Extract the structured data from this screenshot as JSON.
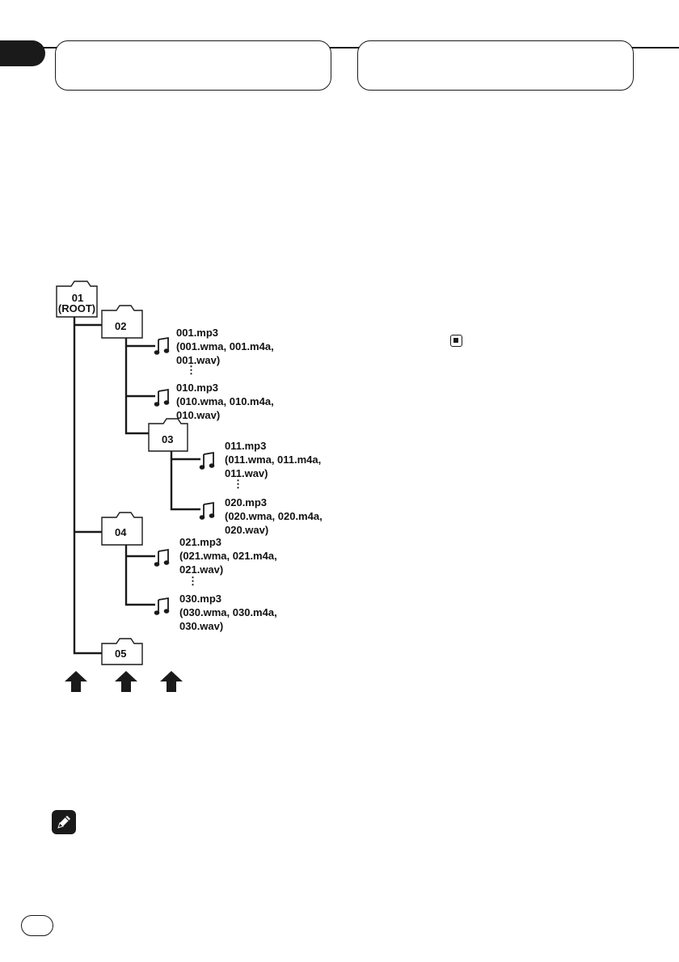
{
  "tree": {
    "folders": {
      "root_number": "01",
      "root_label": "(ROOT)",
      "f02": "02",
      "f03": "03",
      "f04": "04",
      "f05": "05"
    },
    "files": [
      {
        "name": "001.mp3",
        "alts": "(001.wma, 001.m4a,",
        "last": "001.wav)"
      },
      {
        "name": "010.mp3",
        "alts": "(010.wma, 010.m4a,",
        "last": "010.wav)"
      },
      {
        "name": "011.mp3",
        "alts": "(011.wma, 011.m4a,",
        "last": "011.wav)"
      },
      {
        "name": "020.mp3",
        "alts": "(020.wma, 020.m4a,",
        "last": "020.wav)"
      },
      {
        "name": "021.mp3",
        "alts": "(021.wma, 021.m4a,",
        "last": "021.wav)"
      },
      {
        "name": "030.mp3",
        "alts": "(030.wma, 030.m4a,",
        "last": "030.wav)"
      }
    ],
    "ellipsis": "⋮",
    "arrow_count": 3
  },
  "icons": {
    "music_note": "music-note-icon",
    "folder": "folder-icon",
    "arrow": "up-arrow-icon",
    "stop": "stop-icon",
    "note_pencil": "pencil-note-icon"
  },
  "colors": {
    "ink": "#1a1a1a",
    "paper": "#ffffff"
  }
}
